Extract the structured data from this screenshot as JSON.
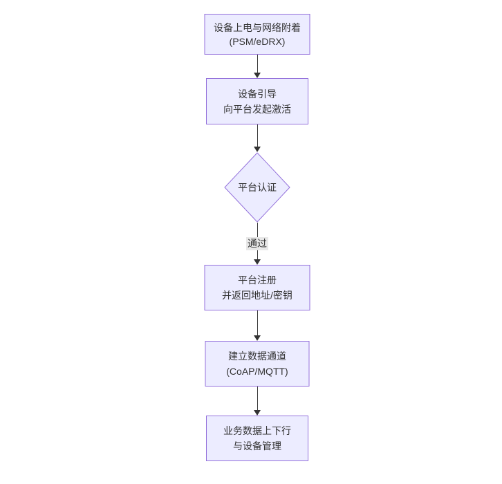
{
  "diagram": {
    "type": "flowchart",
    "direction": "top-down",
    "colors": {
      "background": "#ffffff",
      "node_fill": "#ECECFF",
      "node_border": "#9370DB",
      "text": "#333333",
      "arrow": "#333333",
      "edge_label_bg": "#e8e8e8"
    }
  },
  "nodes": [
    {
      "id": "power-attach",
      "type": "rect",
      "line1": "设备上电与网络附着",
      "line2": "(PSM/eDRX)"
    },
    {
      "id": "bootstrap",
      "type": "rect",
      "line1": "设备引导",
      "line2": "向平台发起激活"
    },
    {
      "id": "auth",
      "type": "diamond",
      "line1": "平台认证"
    },
    {
      "id": "register",
      "type": "rect",
      "line1": "平台注册",
      "line2": "并返回地址/密钥"
    },
    {
      "id": "channel",
      "type": "rect",
      "line1": "建立数据通道",
      "line2": "(CoAP/MQTT)"
    },
    {
      "id": "business",
      "type": "rect",
      "line1": "业务数据上下行",
      "line2": "与设备管理"
    }
  ],
  "edges": [
    {
      "from": "power-attach",
      "to": "bootstrap",
      "label": ""
    },
    {
      "from": "bootstrap",
      "to": "auth",
      "label": ""
    },
    {
      "from": "auth",
      "to": "register",
      "label": "通过"
    },
    {
      "from": "register",
      "to": "channel",
      "label": ""
    },
    {
      "from": "channel",
      "to": "business",
      "label": ""
    }
  ]
}
